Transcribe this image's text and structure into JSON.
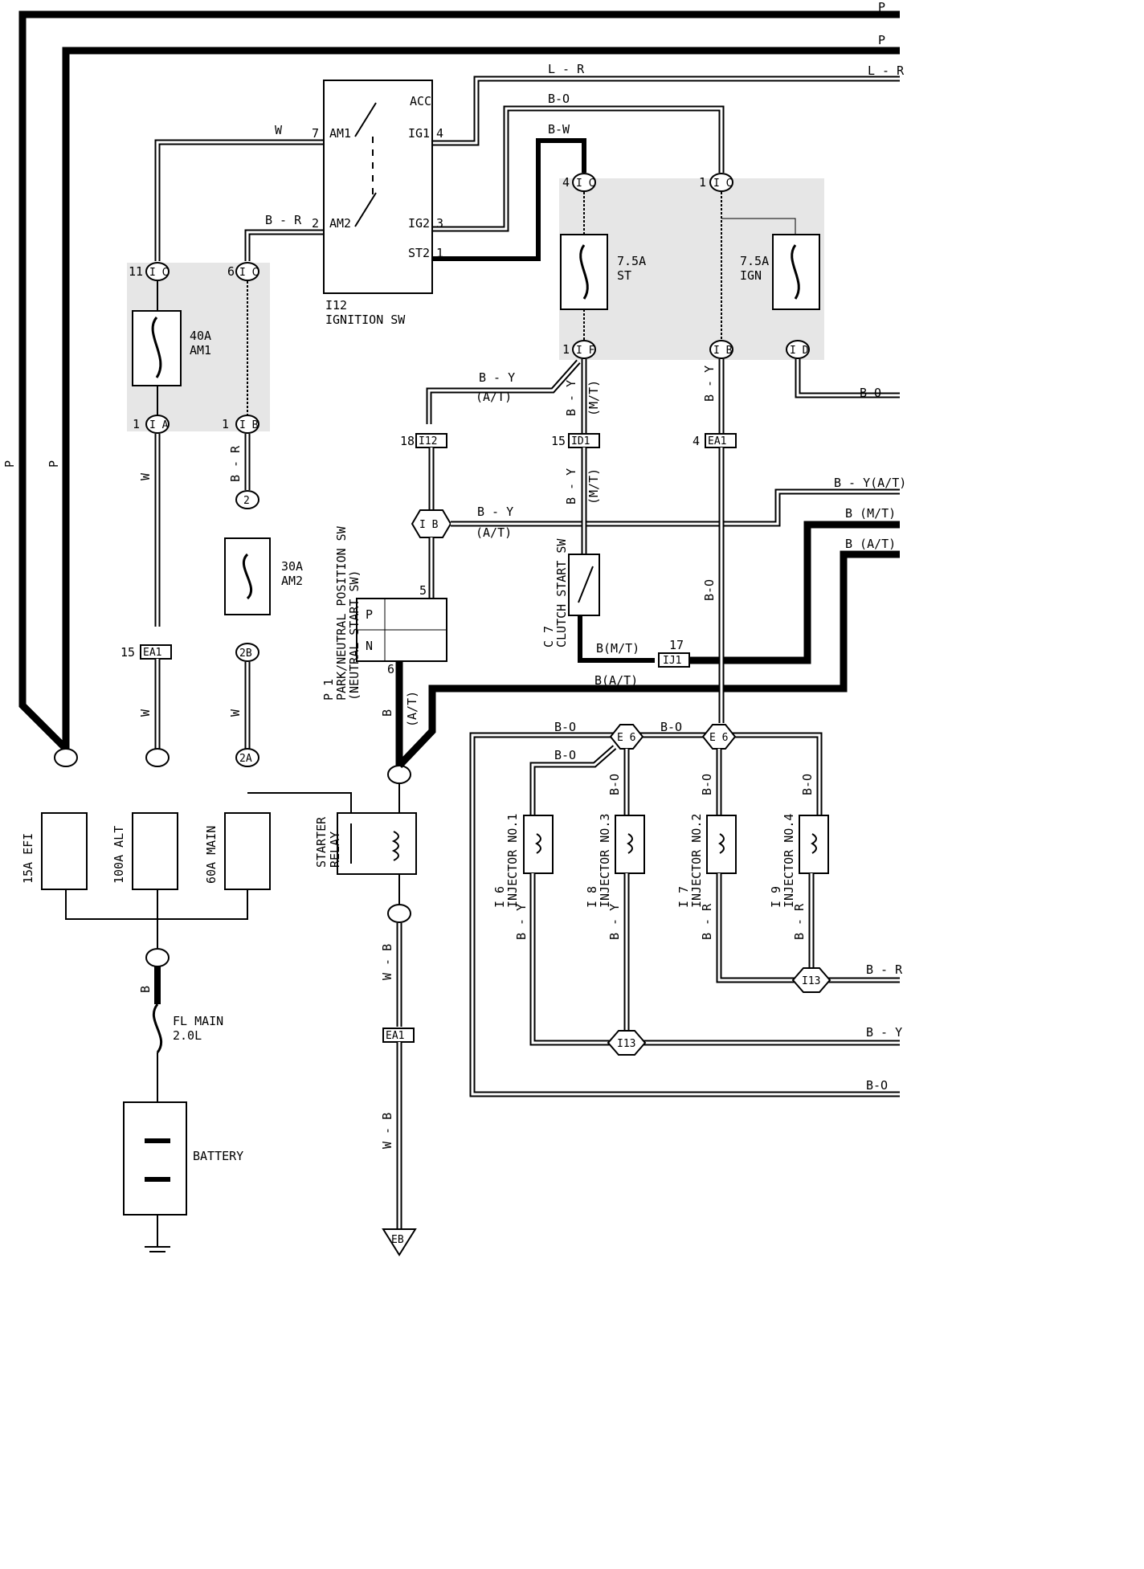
{
  "labels": {
    "p1": "P",
    "p2": "P",
    "lr_top": "L - R",
    "lr_right": "L - R",
    "w_am1": "W",
    "am1": "AM1",
    "am1_pin": "7",
    "ig1": "IG1",
    "ig1_pin": "4",
    "acc": "ACC",
    "bo_top": "B-O",
    "bw_top": "B-W",
    "br_am2": "B - R",
    "am2": "AM2",
    "am2_pin": "2",
    "ig2": "IG2",
    "ig2_pin": "3",
    "st2": "ST2",
    "st2_pin": "1",
    "i12": "I12",
    "ignition_sw": "IGNITION SW",
    "c11": "11",
    "c6": "6",
    "ic": "I C",
    "c4": "4",
    "c1": "1",
    "fuse40": "40A",
    "fuse40n": "AM1",
    "fuse75st": "7.5A",
    "st": "ST",
    "fuse75ign": "7.5A",
    "ign": "IGN",
    "ia": "I A",
    "ib": "I B",
    "if": "I F",
    "id": "I D",
    "p_side1": "P",
    "p_side2": "P",
    "w": "W",
    "br": "B - R",
    "by": "B - Y",
    "at": "(A/T)",
    "mt": "(M/T)",
    "i12b": "I12",
    "id1": "ID1",
    "ea1": "EA1",
    "n18": "18",
    "n15": "15",
    "n4": "4",
    "bo_right": "B-O",
    "by_at_right": "B - Y(A/T)",
    "b_mt_right": "B (M/T)",
    "b_at_right": "B (A/T)",
    "ib8": "I B",
    "fuse30": "30A",
    "fuse30n": "AM2",
    "pnp": "PARK/NEUTRAL POSITION SW",
    "pnp2": "(NEUTRAL START SW)",
    "p1lbl": "P 1",
    "pos_p": "P",
    "pos_n": "N",
    "n5": "5",
    "n6": "6",
    "clutch": "CLUTCH START SW",
    "c7": "C 7",
    "b_mt": "B(M/T)",
    "ij1": "IJ1",
    "n17": "17",
    "b_at": "B(A/T)",
    "ea1b": "EA1",
    "n15b": "15",
    "n2b": "2B",
    "n2a": "2A",
    "e6": "E 6",
    "bo": "B-O",
    "inj1": "INJECTOR NO.1",
    "inj3": "INJECTOR NO.3",
    "inj2": "INJECTOR NO.2",
    "inj4": "INJECTOR NO.4",
    "i6": "I 6",
    "i8": "I 8",
    "i7": "I 7",
    "i9": "I 9",
    "i13": "I13",
    "by_r": "B - Y",
    "br_r": "B - R",
    "bo_r": "B-O",
    "efi": "15A EFI",
    "alt": "100A ALT",
    "main": "60A MAIN",
    "starter": "STARTER",
    "relay": "RELAY",
    "flmain": "FL MAIN",
    "fl20": "2.0L",
    "battery": "BATTERY",
    "wb": "W - B",
    "eb": "EB",
    "ea1c": "EA1",
    "b": "B"
  }
}
